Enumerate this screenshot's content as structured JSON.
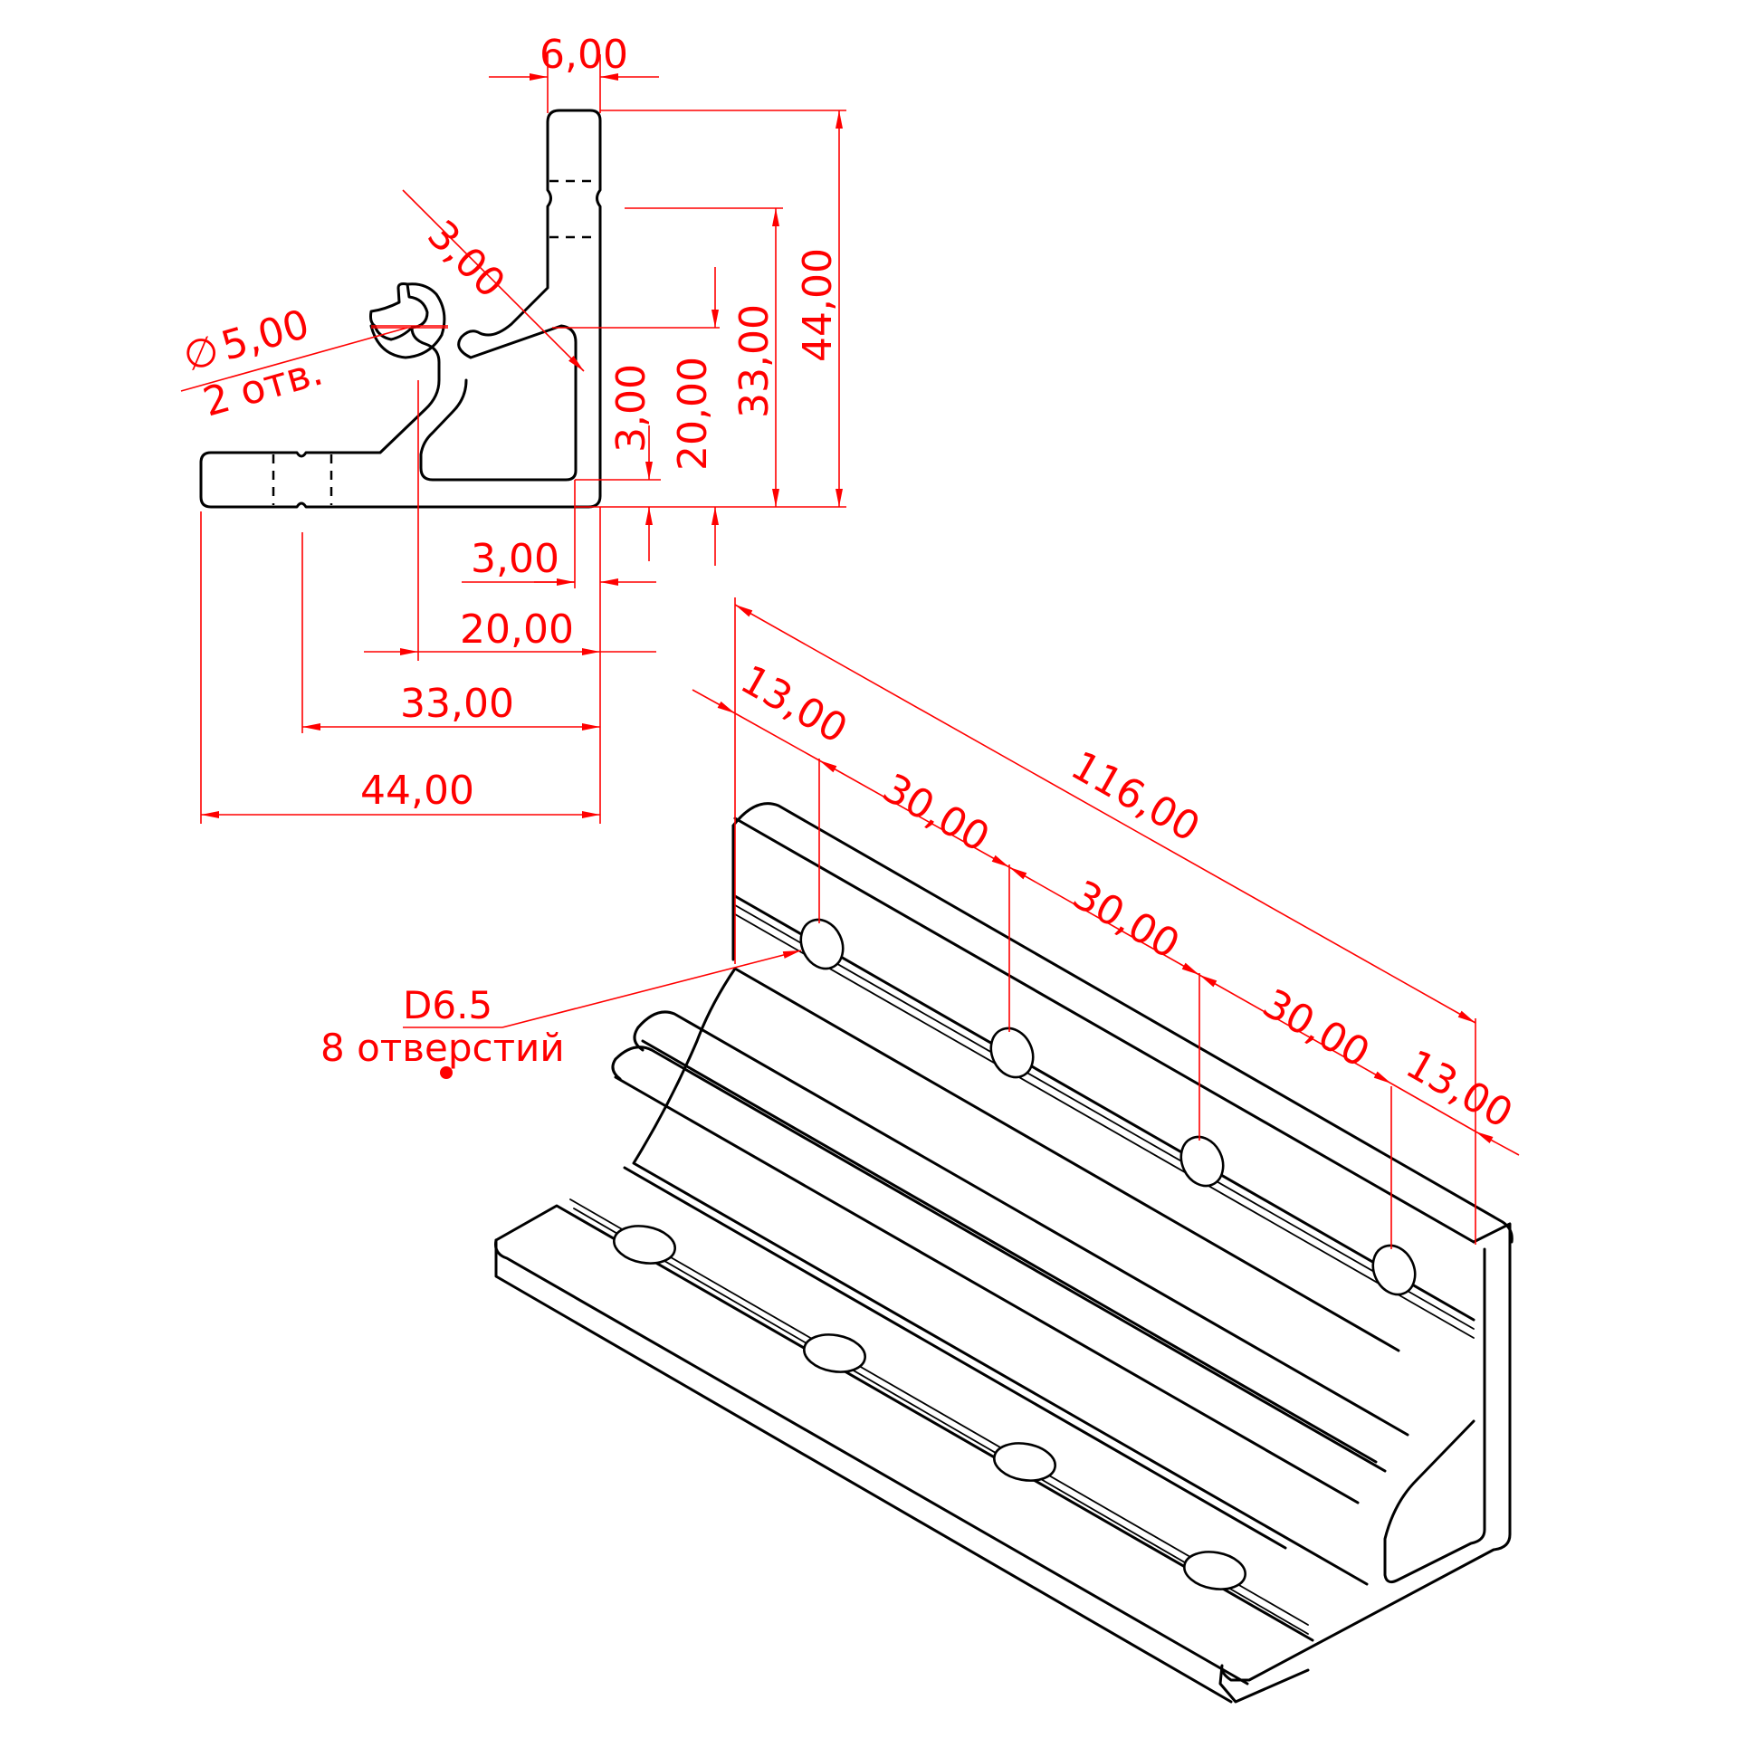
{
  "section_view": {
    "dims": {
      "top_thickness": "6,00",
      "fillet": "3,00",
      "hole_diameter": "5,00",
      "hole_count": "2 отв.",
      "v_offset_3": "3,00",
      "v_20": "20,00",
      "v_33": "33,00",
      "v_44": "44,00",
      "h_offset_3": "3,00",
      "h_20": "20,00",
      "h_33": "33,00",
      "h_44": "44,00"
    }
  },
  "iso_view": {
    "dims": {
      "length_total": "116,00",
      "first_offset": "13,00",
      "pitch_1": "30,00",
      "pitch_2": "30,00",
      "pitch_3": "30,00",
      "last_offset": "13,00"
    },
    "hole_note": {
      "diameter": "D6.5",
      "count": "8 отверстий"
    }
  },
  "colors": {
    "dimension": "#ff0000",
    "part_outline": "#000000",
    "background": "#ffffff"
  }
}
